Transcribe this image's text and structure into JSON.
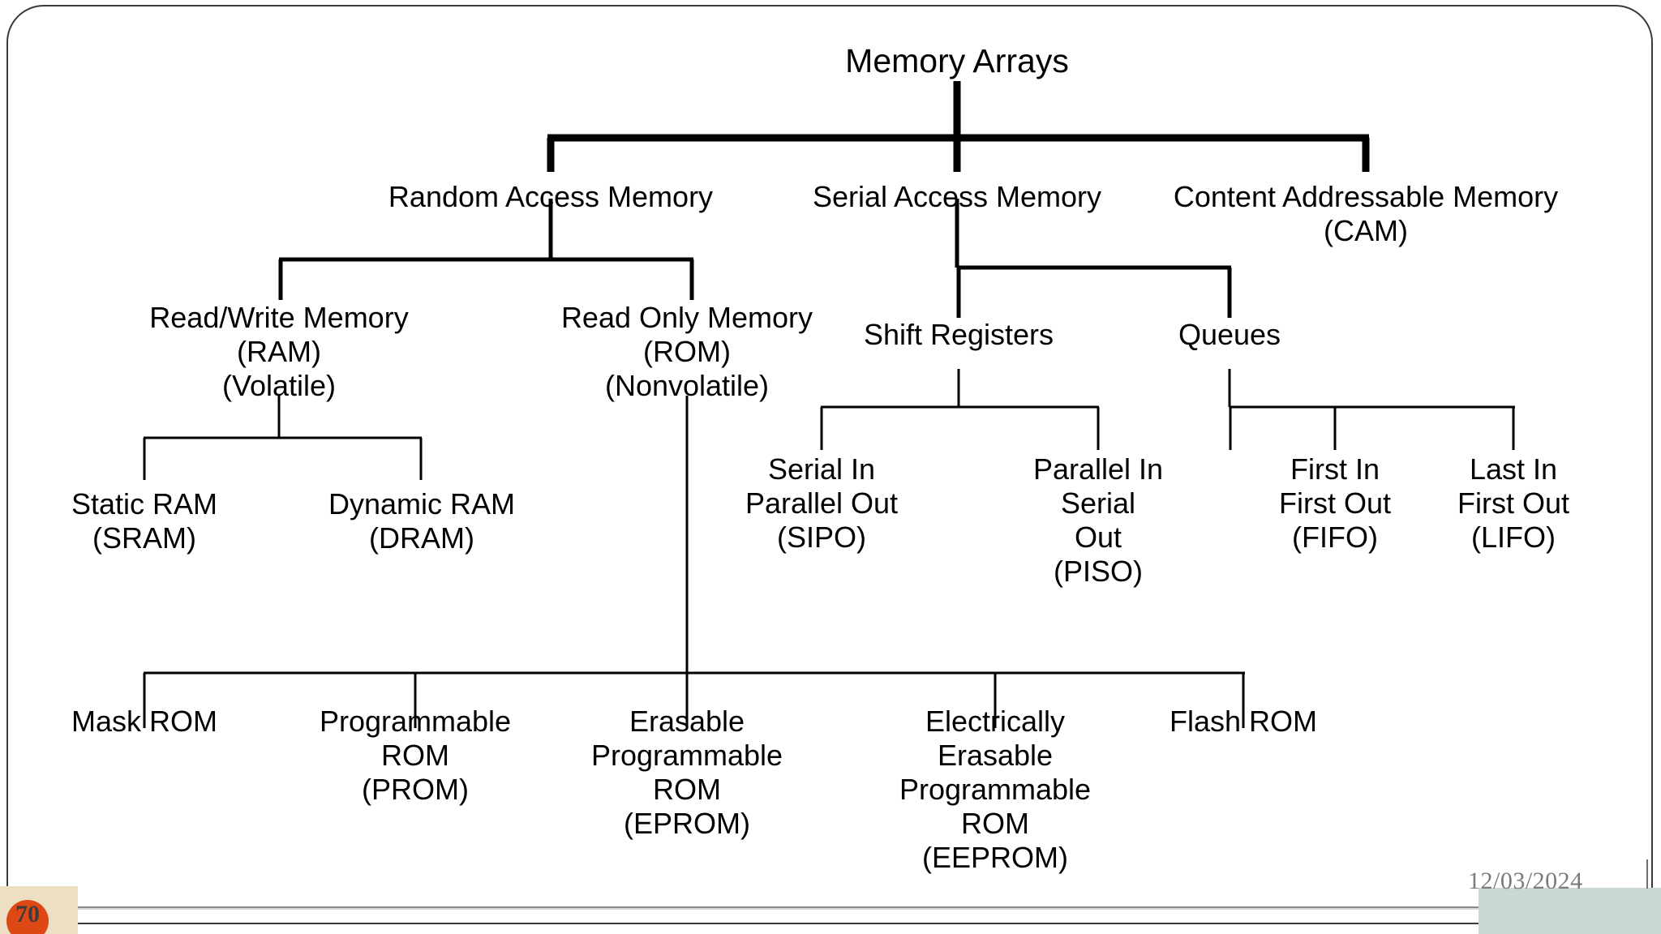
{
  "slide": {
    "number": "70",
    "date": "12/03/2024"
  },
  "diagram": {
    "title": "Memory Arrays",
    "nodes": {
      "root": "Memory Arrays",
      "ram_branch": "Random Access Memory",
      "serial_branch": "Serial Access Memory",
      "cam_branch": "Content Addressable Memory\n(CAM)",
      "read_write": "Read/Write Memory\n(RAM)\n(Volatile)",
      "read_only": "Read Only Memory\n(ROM)\n(Nonvolatile)",
      "shift_registers": "Shift Registers",
      "queues": "Queues",
      "sram": "Static RAM\n(SRAM)",
      "dram": "Dynamic RAM\n(DRAM)",
      "sipo": "Serial In\nParallel Out\n(SIPO)",
      "piso": "Parallel In\nSerial\nOut\n(PISO)",
      "fifo": "First In\nFirst Out\n(FIFO)",
      "lifo": "Last In\nFirst Out\n(LIFO)",
      "mask_rom": "Mask ROM",
      "prom": "Programmable\nROM\n(PROM)",
      "eprom": "Erasable\nProgrammable\nROM\n(EPROM)",
      "eeprom": "Electrically\nErasable\nProgrammable\nROM\n(EEPROM)",
      "flash_rom": "Flash ROM"
    },
    "colors": {
      "line": "#000000",
      "text": "#000000",
      "badge": "#dd4814",
      "badge_panel": "#ecdfc4",
      "date_panel": "#c8d9d6",
      "frame": "#3a3a3a"
    }
  }
}
